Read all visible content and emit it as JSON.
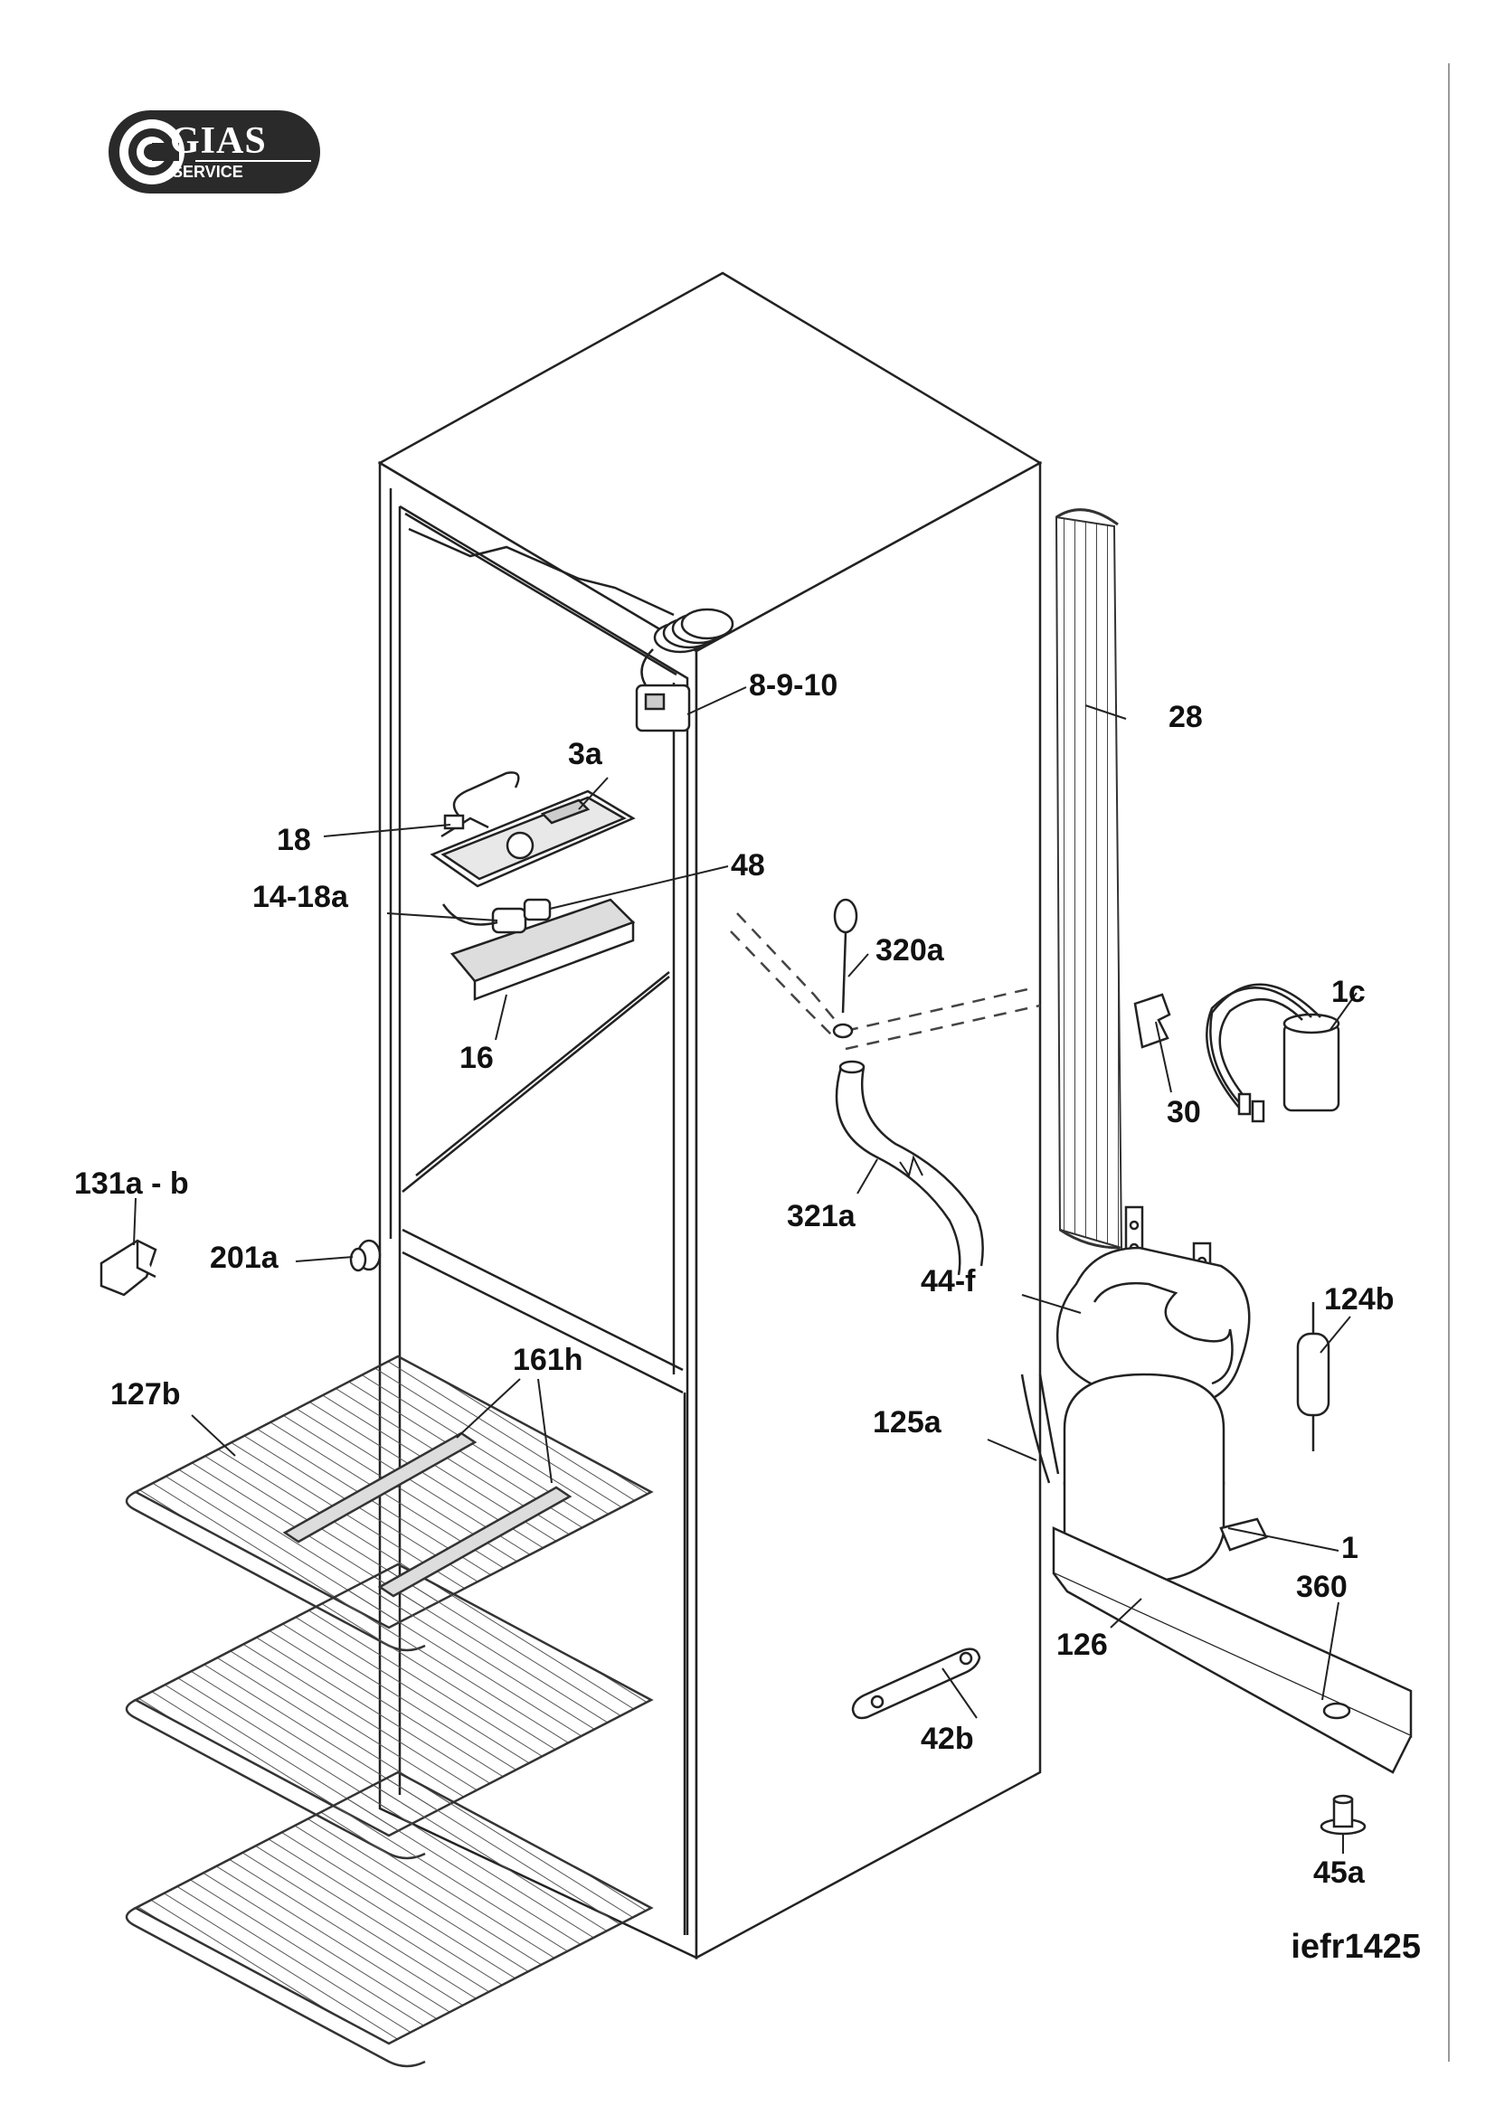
{
  "logo": {
    "brand": "GIAS",
    "sub": "SERVICE"
  },
  "drawing_code": "iefr1425",
  "callouts": [
    {
      "id": "c-8-9-10",
      "label": "8-9-10"
    },
    {
      "id": "c-28",
      "label": "28"
    },
    {
      "id": "c-3a",
      "label": "3a"
    },
    {
      "id": "c-18",
      "label": "18"
    },
    {
      "id": "c-48",
      "label": "48"
    },
    {
      "id": "c-14-18a",
      "label": "14-18a"
    },
    {
      "id": "c-320a",
      "label": "320a"
    },
    {
      "id": "c-1c",
      "label": "1c"
    },
    {
      "id": "c-16",
      "label": "16"
    },
    {
      "id": "c-30",
      "label": "30"
    },
    {
      "id": "c-131a-b",
      "label": "131a - b"
    },
    {
      "id": "c-321a",
      "label": "321a"
    },
    {
      "id": "c-201a",
      "label": "201a"
    },
    {
      "id": "c-44-f",
      "label": "44-f"
    },
    {
      "id": "c-124b",
      "label": "124b"
    },
    {
      "id": "c-161h",
      "label": "161h"
    },
    {
      "id": "c-127b",
      "label": "127b"
    },
    {
      "id": "c-125a",
      "label": "125a"
    },
    {
      "id": "c-1",
      "label": "1"
    },
    {
      "id": "c-360",
      "label": "360"
    },
    {
      "id": "c-126",
      "label": "126"
    },
    {
      "id": "c-42b",
      "label": "42b"
    },
    {
      "id": "c-45a",
      "label": "45a"
    }
  ]
}
